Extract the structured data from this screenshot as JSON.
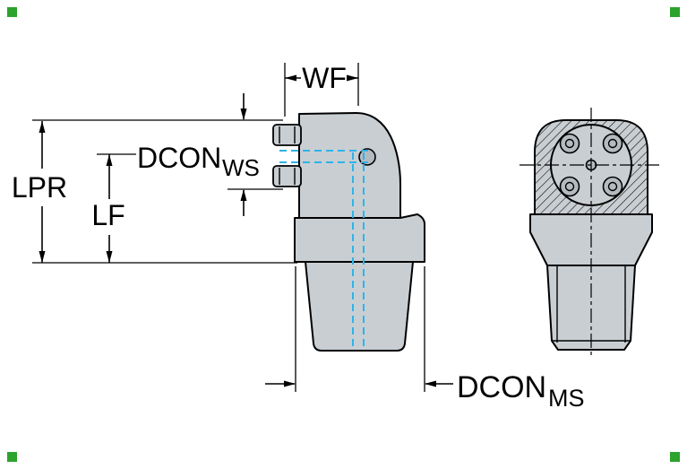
{
  "title": "Tool adapter dimension drawing",
  "colors": {
    "background": "#ffffff",
    "part_fill": "#c9ced2",
    "part_stroke": "#000000",
    "hole_fill": "#b4bac0",
    "centerline": "#2db4e8",
    "dimension": "#000000",
    "text": "#000000",
    "marker": "#2ca32c"
  },
  "labels": {
    "wf": "WF",
    "lpr": "LPR",
    "lf": "LF",
    "dcon_ws": {
      "main": "DCON",
      "sub": "WS"
    },
    "dcon_ms": {
      "main": "DCON",
      "sub": "MS"
    }
  },
  "views": {
    "left": "side-view",
    "right": "end-view"
  }
}
